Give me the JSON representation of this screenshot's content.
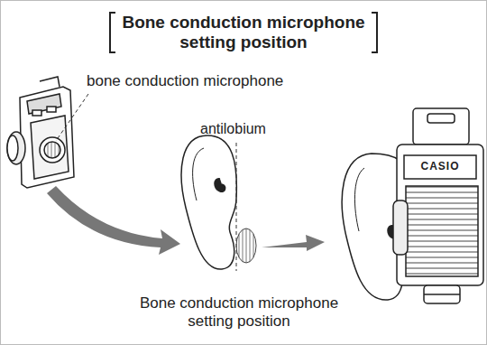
{
  "diagram": {
    "title": "Bone conduction microphone setting position",
    "labels": [
      "bone conduction microphone",
      "antilobium",
      "Bone conduction microphone setting position",
      "CASIO"
    ]
  }
}
